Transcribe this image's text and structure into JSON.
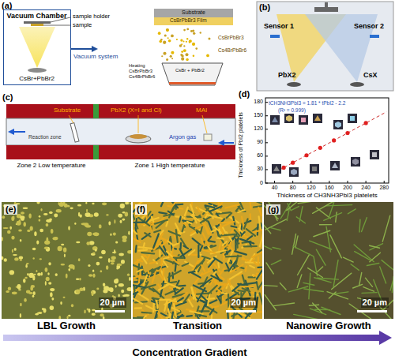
{
  "diagram": {
    "nodes": [
      {
        "text": [
          "Vacuum Chamber",
          "CsBr+PbBr2"
        ]
      },
      {
        "text": [
          "(e)",
          "20 µm"
        ]
      },
      {
        "text": [
          "(f)",
          "20 µm"
        ]
      },
      {
        "text": [
          "(g)",
          "20 µm"
        ]
      }
    ],
    "labels": [
      "(a)",
      "sample holder",
      "sample",
      "Vacuum system",
      "Substrate",
      "CsBrPbBr3 Film",
      "CsBrPbBr3",
      "Cs4BrPbBr6",
      "CsBr + PbBr2",
      "Heating CsBrPbBr3 Cs4BrPbBr6",
      "(b)",
      "Sensor 1",
      "Sensor 2",
      "PbX2",
      "CsX",
      "(c)",
      "Substrate",
      "PbX2 (X=I and Cl)",
      "MAI",
      "Reaction zone",
      "Argon gas",
      "Zone 2 Low temperature",
      "Zone 1 High temperature",
      "(d)",
      "tCH3NH3PbI3 = 1.81 * tPbI2 - 2.2",
      "(R² = 0.999)",
      "40",
      "80",
      "120",
      "160",
      "200",
      "240",
      "280",
      "0",
      "30",
      "60",
      "90",
      "120",
      "150",
      "180",
      "Thickness of CH3NH3PbI3 platelets",
      "Thickness of PbI2 platelets",
      "LBL Growth",
      "Transition",
      "Nanowire Growth",
      "Concentration Gradient"
    ]
  }
}
